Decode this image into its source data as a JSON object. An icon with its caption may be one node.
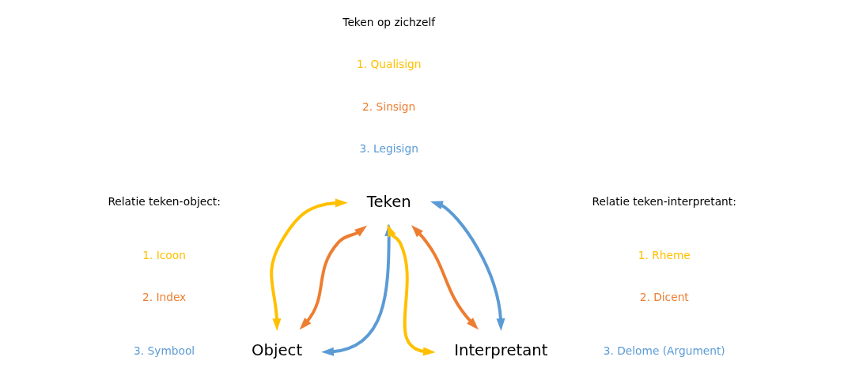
{
  "diagram": {
    "nodes": [
      {
        "text": [
          "Teken"
        ]
      },
      {
        "text": [
          "Object"
        ]
      },
      {
        "text": [
          "Interpretant"
        ]
      }
    ],
    "edges": [
      {
        "from": 0,
        "to": 1,
        "arrow": "both",
        "color": "#ffc000"
      },
      {
        "from": 0,
        "to": 1,
        "arrow": "both",
        "color": "#ed7d31"
      },
      {
        "from": 0,
        "to": 1,
        "arrow": "both",
        "color": "#5b9bd5"
      },
      {
        "from": 0,
        "to": 2,
        "arrow": "both",
        "color": "#ffc000"
      },
      {
        "from": 0,
        "to": 2,
        "arrow": "both",
        "color": "#ed7d31"
      },
      {
        "from": 0,
        "to": 2,
        "arrow": "both",
        "color": "#5b9bd5"
      }
    ],
    "labels": [
      "Teken op zichzelf",
      "1. Qualisign",
      "2. Sinsign",
      "3. Legisign",
      "Relatie teken-object:",
      "1. Icoon",
      "2. Index",
      "3. Symbool",
      "Relatie teken-interpretant:",
      "1. Rheme",
      "2. Dicent",
      "3. Delome (Argument)"
    ]
  }
}
